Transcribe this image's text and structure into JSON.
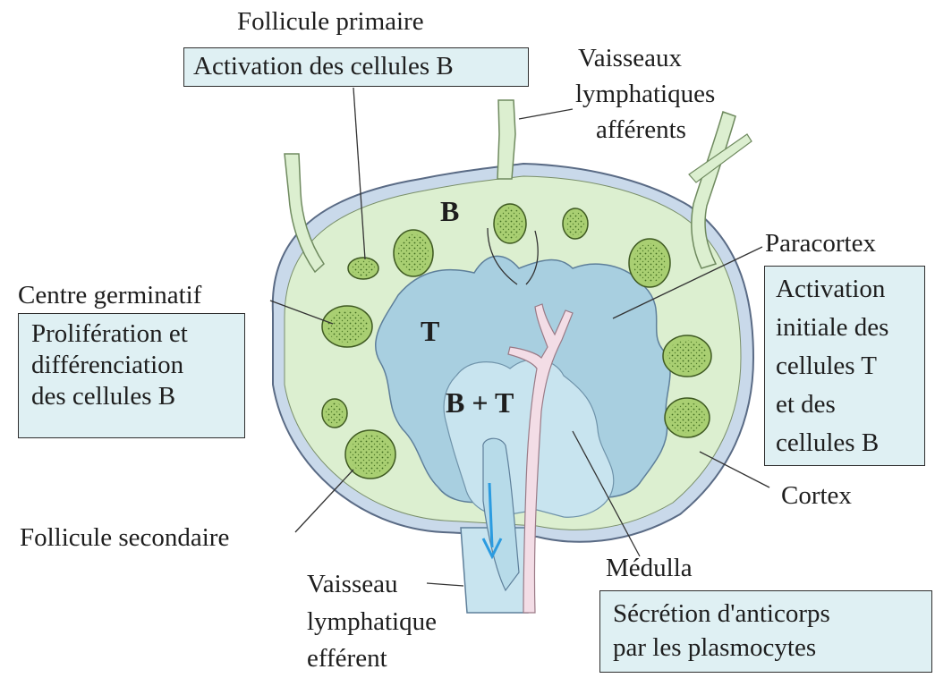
{
  "labels": {
    "follicule_primaire": "Follicule primaire",
    "vaisseaux_afferents": [
      "Vaisseaux",
      "lymphatiques",
      "afférents"
    ],
    "paracortex": "Paracortex",
    "centre_germinatif": "Centre germinatif",
    "cortex": "Cortex",
    "follicule_secondaire": "Follicule secondaire",
    "medulla": "Médulla",
    "vaisseau_efferent": [
      "Vaisseau",
      "lymphatique",
      "efférent"
    ]
  },
  "boxes": {
    "activation_b": "Activation des cellules B",
    "proliferation": [
      "Prolifération et",
      "différenciation",
      "des cellules B"
    ],
    "activation_initiale": [
      "Activation",
      "initiale des",
      "cellules T",
      "et des",
      "cellules B"
    ],
    "secretion": [
      "Sécrétion d'anticorps",
      "par les plasmocytes"
    ]
  },
  "zones": {
    "b": "B",
    "t": "T",
    "bt": "B + T"
  },
  "colors": {
    "cortex_fill": "#dcefd0",
    "paracortex_fill": "#a8cfe0",
    "medulla_fill": "#c8e4ef",
    "capsule_fill": "#c9d9ea",
    "follicle_fill": "#a9cf72",
    "blood_vessel": "#f3dde6",
    "flow_arrow": "#2b9be0",
    "box_fill": "#dff0f3"
  }
}
